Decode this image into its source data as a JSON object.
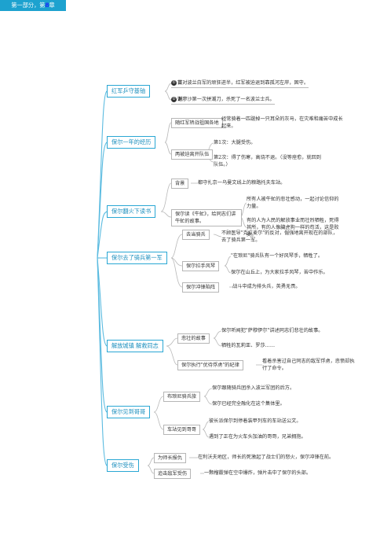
{
  "root": {
    "label": "第一部分，第",
    "num": "8",
    "suffix": "章"
  },
  "branches": [
    {
      "label": "红军乒守基铀",
      "children": [
        {
          "badge": "①",
          "bold": "苗",
          "text": "对波兰白军的顽狂进半，红军被迫退到靠孤河左岸，固守。"
        },
        {
          "badge": "②",
          "bold": "谢",
          "text": "廖沙第一次拼潮刀，杀死了一名波兰士兵。"
        }
      ]
    },
    {
      "label": "保尔一年的经历",
      "children": [
        {
          "text": "随红军转战祖国各地",
          "leaf": "经常骑着一匹跛掉一只耳朵的灰马，在灾难和痛苦中成长起来。"
        },
        {
          "text": "两被迫离开队伍",
          "leaf1": "第1次：大腿受伤。",
          "leaf2": "第2次：得了伤寒，高烧不退。（没等痊愈，就回到队伍。）"
        }
      ]
    },
    {
      "label": "保尔翻火下读书",
      "children": [
        {
          "text": "背景",
          "leaf": "都守扎京一乌曼文线上的粮路托夫车站。"
        },
        {
          "text": "保尔读《牛虻》，给同志们讲牛虻的故事。",
          "leaf1": "所有人被牛虻的悲壮感动，一起讨论信仰的力量。",
          "leaf2": "有的人为人民的解放事业而壮烈牺牲，死得其所，有的人像臟虎狗一样的苟活，这是败类。"
        }
      ]
    },
    {
      "label": "保尔去了骑兵第一军",
      "children": [
        {
          "text": "去当骑兵",
          "leaf": "不顾医导\"克拉麦尔\"的反对，倔强地离开现在的部队，去了骑兵第一军。"
        },
        {
          "text": "保尔拉手风琴",
          "leaf1": "\"在琅尼\"骑兵队有一个好风琴手，牺牲了。",
          "leaf2": "保尔在山丘上，为大家拉手风琴，苦中作乐。"
        },
        {
          "text": "保尔冲锋陷阵",
          "leaf": "战斗中成为排头兵，英勇无畏。"
        }
      ]
    },
    {
      "label": "解放城镇 解救同志",
      "children": [
        {
          "text": "悲壮的故事",
          "leaf1": "保尔听闻犯\"萨穆伊尔\"讲述同志们悲壮的故事。",
          "leaf2": "牺牲的瓦莉亚、罗莎……"
        },
        {
          "text": "保尔执行\"优待俘虏\"的纪律",
          "leaf": "看着杀害过自己同志的敌军俘虏，悲愤却执行了命令。"
        }
      ]
    },
    {
      "label": "保尔见到哥哥",
      "children": [
        {
          "text": "布琅尼骑兵旅",
          "leaf1": "保尔跟随骑兵团杀入波兰军团的后方。",
          "leaf2": "保尔已经完全融化在这个集体里。"
        },
        {
          "text": "车站见到哥哥",
          "leaf1": "彼长派保尔到停着装甲列车的车站送公文。",
          "leaf2": "遇到了正在为火车头加油的哥哥，兄弟拥抱。"
        }
      ]
    },
    {
      "label": "保尔受伤",
      "children": [
        {
          "text": "为师长报仇",
          "leaf": "在利沃夫地区，师长的死激起了战士们的怒火，保尔冲锋在前。"
        },
        {
          "text": "追击敌军受伤",
          "leaf": "一颗榴霰弹在空中爆炸，弹片击中了保尔的头部。"
        }
      ]
    }
  ],
  "colors": {
    "accent": "#1da2cf",
    "border": "#2aa7d4",
    "line": "#5bbbe0"
  }
}
